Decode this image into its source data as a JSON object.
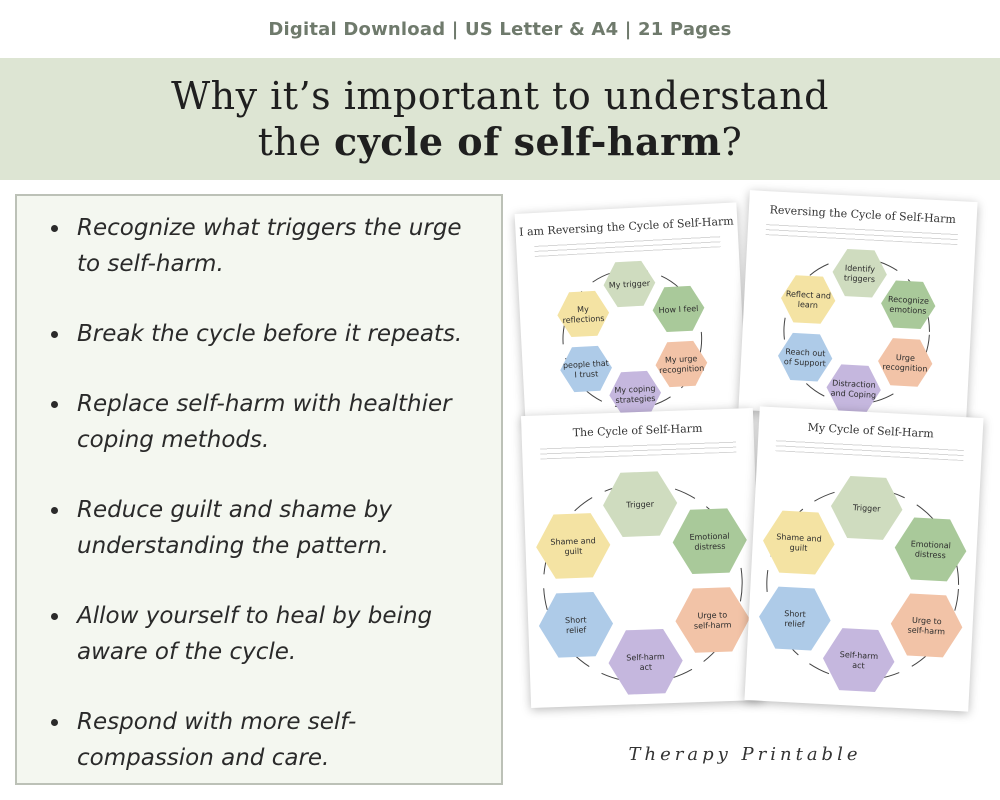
{
  "header": {
    "subtitle": "Digital Download | US Letter & A4 | 21 Pages",
    "title_line1": "Why it’s important to understand",
    "title_line2_pre": "the ",
    "title_line2_bold": "cycle of self-harm",
    "title_line2_post": "?"
  },
  "benefits": [
    "Recognize what triggers the urge to self-harm.",
    "Break the cycle before it repeats.",
    "Replace self-harm with healthier coping methods.",
    "Reduce guilt and shame by understanding the pattern.",
    "Allow yourself to heal by being aware of the cycle.",
    "Respond with more self-compassion and care."
  ],
  "pages": {
    "p1": {
      "title": "I am Reversing the Cycle of Self-Harm",
      "hexes": [
        "My trigger",
        "How I feel",
        "My urge recognition",
        "My coping strategies",
        "people that I trust",
        "My reflections"
      ]
    },
    "p2": {
      "title": "Reversing the Cycle of Self-Harm",
      "hexes": [
        "Identify triggers",
        "Recognize emotions",
        "Urge recognition",
        "Distraction and Coping",
        "Reach out of Support",
        "Reflect and learn"
      ]
    },
    "p3": {
      "title": "The Cycle of Self-Harm",
      "hexes": [
        "Trigger",
        "Emotional distress",
        "Urge to self-harm",
        "Self-harm act",
        "Short relief",
        "Shame and guilt"
      ]
    },
    "p4": {
      "title": "My Cycle of Self-Harm",
      "hexes": [
        "Trigger",
        "Emotional distress",
        "Urge to self-harm",
        "Self-harm act",
        "Short relief",
        "Shame and guilt"
      ]
    }
  },
  "brand": "Therapy Printable",
  "colors": {
    "banner": "#dde5d3",
    "panel": "#f4f7f0",
    "hex_green_light": "#cfdcbf",
    "hex_green": "#a9c99a",
    "hex_orange": "#f2c3a7",
    "hex_purple": "#c5b7de",
    "hex_blue": "#aecbe8",
    "hex_yellow": "#f4e3a3"
  }
}
